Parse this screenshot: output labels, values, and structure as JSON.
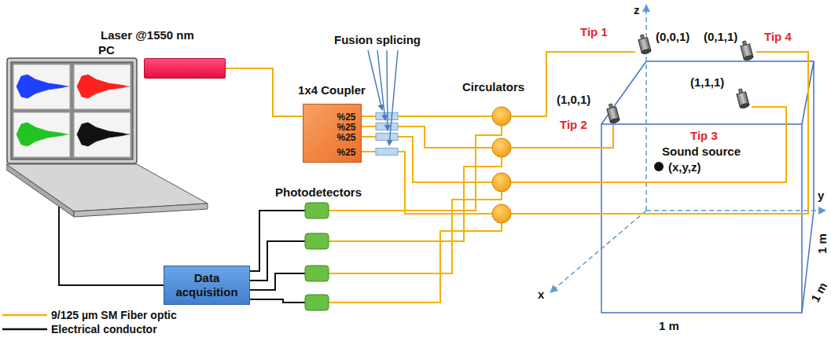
{
  "diagram": {
    "nodes": [
      {
        "text": [
          "PC"
        ]
      },
      {
        "text": [
          "Laser @1550 nm"
        ]
      },
      {
        "text": [
          "1x4 Coupler",
          "%25",
          "%25",
          "%25",
          "%25"
        ]
      },
      {
        "text": [
          "Data acquisition"
        ]
      }
    ],
    "edges": [
      {
        "from": 1,
        "to": 2,
        "arrow": "none"
      },
      {
        "from": 0,
        "to": 3,
        "arrow": "none"
      }
    ],
    "labels": [
      "Fusion splicing",
      "Circulators",
      "Photodetectors",
      "z",
      "Tip 1",
      "(0,0,1)",
      "(0,1,1)",
      "Tip 4",
      "(1,0,1)",
      "(1,1,1)",
      "Tip 2",
      "Tip 3",
      "Sound source",
      "(x,y,z)",
      "y",
      "1 m",
      "x",
      "1 m",
      "1 m"
    ],
    "legend": [
      {
        "text": "9/125 µm SM Fiber optic"
      },
      {
        "text": "Electrical conductor"
      }
    ]
  }
}
